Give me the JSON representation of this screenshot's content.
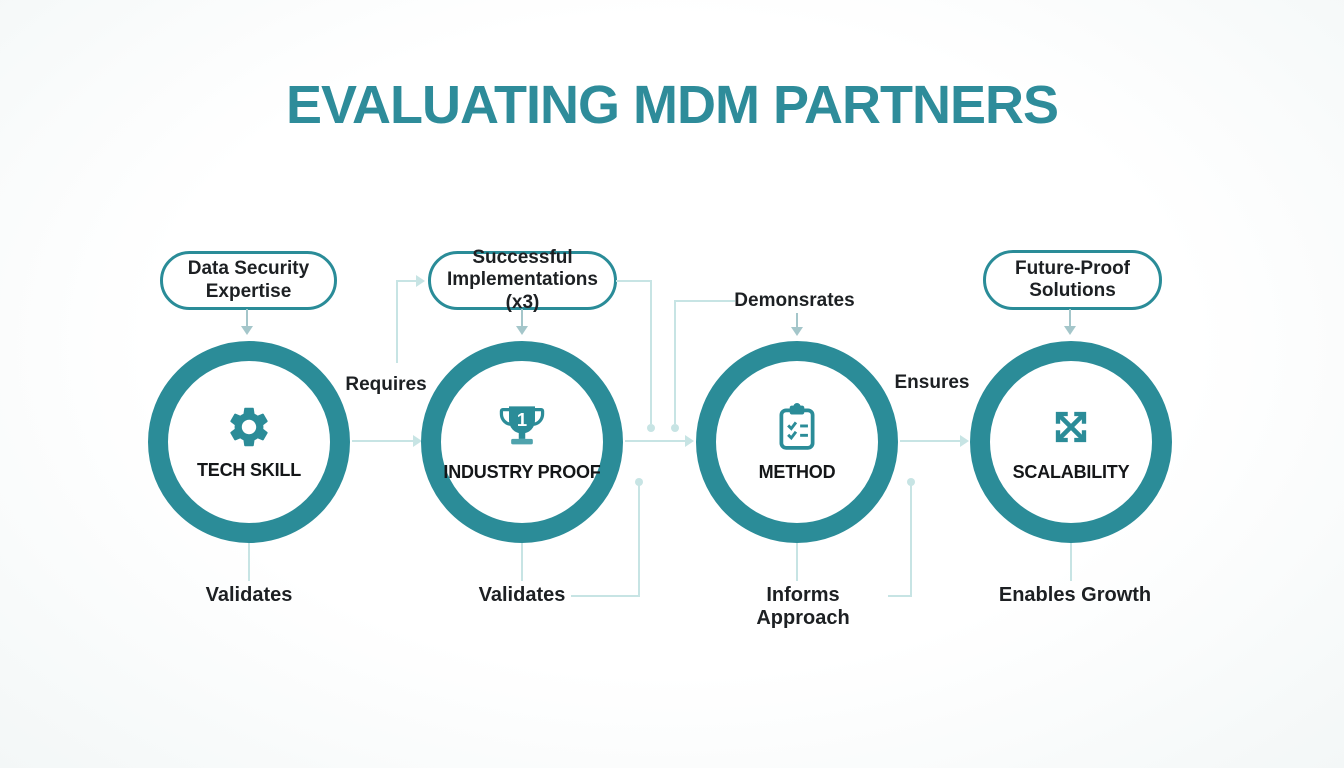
{
  "title": "EVALUATING MDM PARTNERS",
  "colors": {
    "teal": "#2B8C98",
    "title_teal": "#2E8C9A",
    "connector_light": "#C7E4E4",
    "connector_gray": "#A4C6CA",
    "text_dark": "#1d2023"
  },
  "nodes": [
    {
      "id": "tech-skill",
      "label": "TECH SKILL",
      "icon": "gear-icon",
      "annotation_top": "Data Security Expertise",
      "annotation_bottom": "Validates"
    },
    {
      "id": "industry-proof",
      "label": "INDUSTRY PROOF",
      "icon": "trophy-icon",
      "trophy_number": "1",
      "annotation_top": "Successful Implementations (x3)",
      "annotation_bottom": "Validates"
    },
    {
      "id": "method",
      "label": "METHOD",
      "icon": "clipboard-checklist-icon",
      "annotation_top": "Demonsrates",
      "annotation_bottom": "Informs Approach"
    },
    {
      "id": "scalability",
      "label": "SCALABILITY",
      "icon": "expand-arrows-icon",
      "annotation_top": "Future-Proof Solutions",
      "annotation_bottom": "Enables Growth"
    }
  ],
  "edge_labels": {
    "tech_to_industry": "Requires",
    "method_to_scalability": "Ensures"
  }
}
